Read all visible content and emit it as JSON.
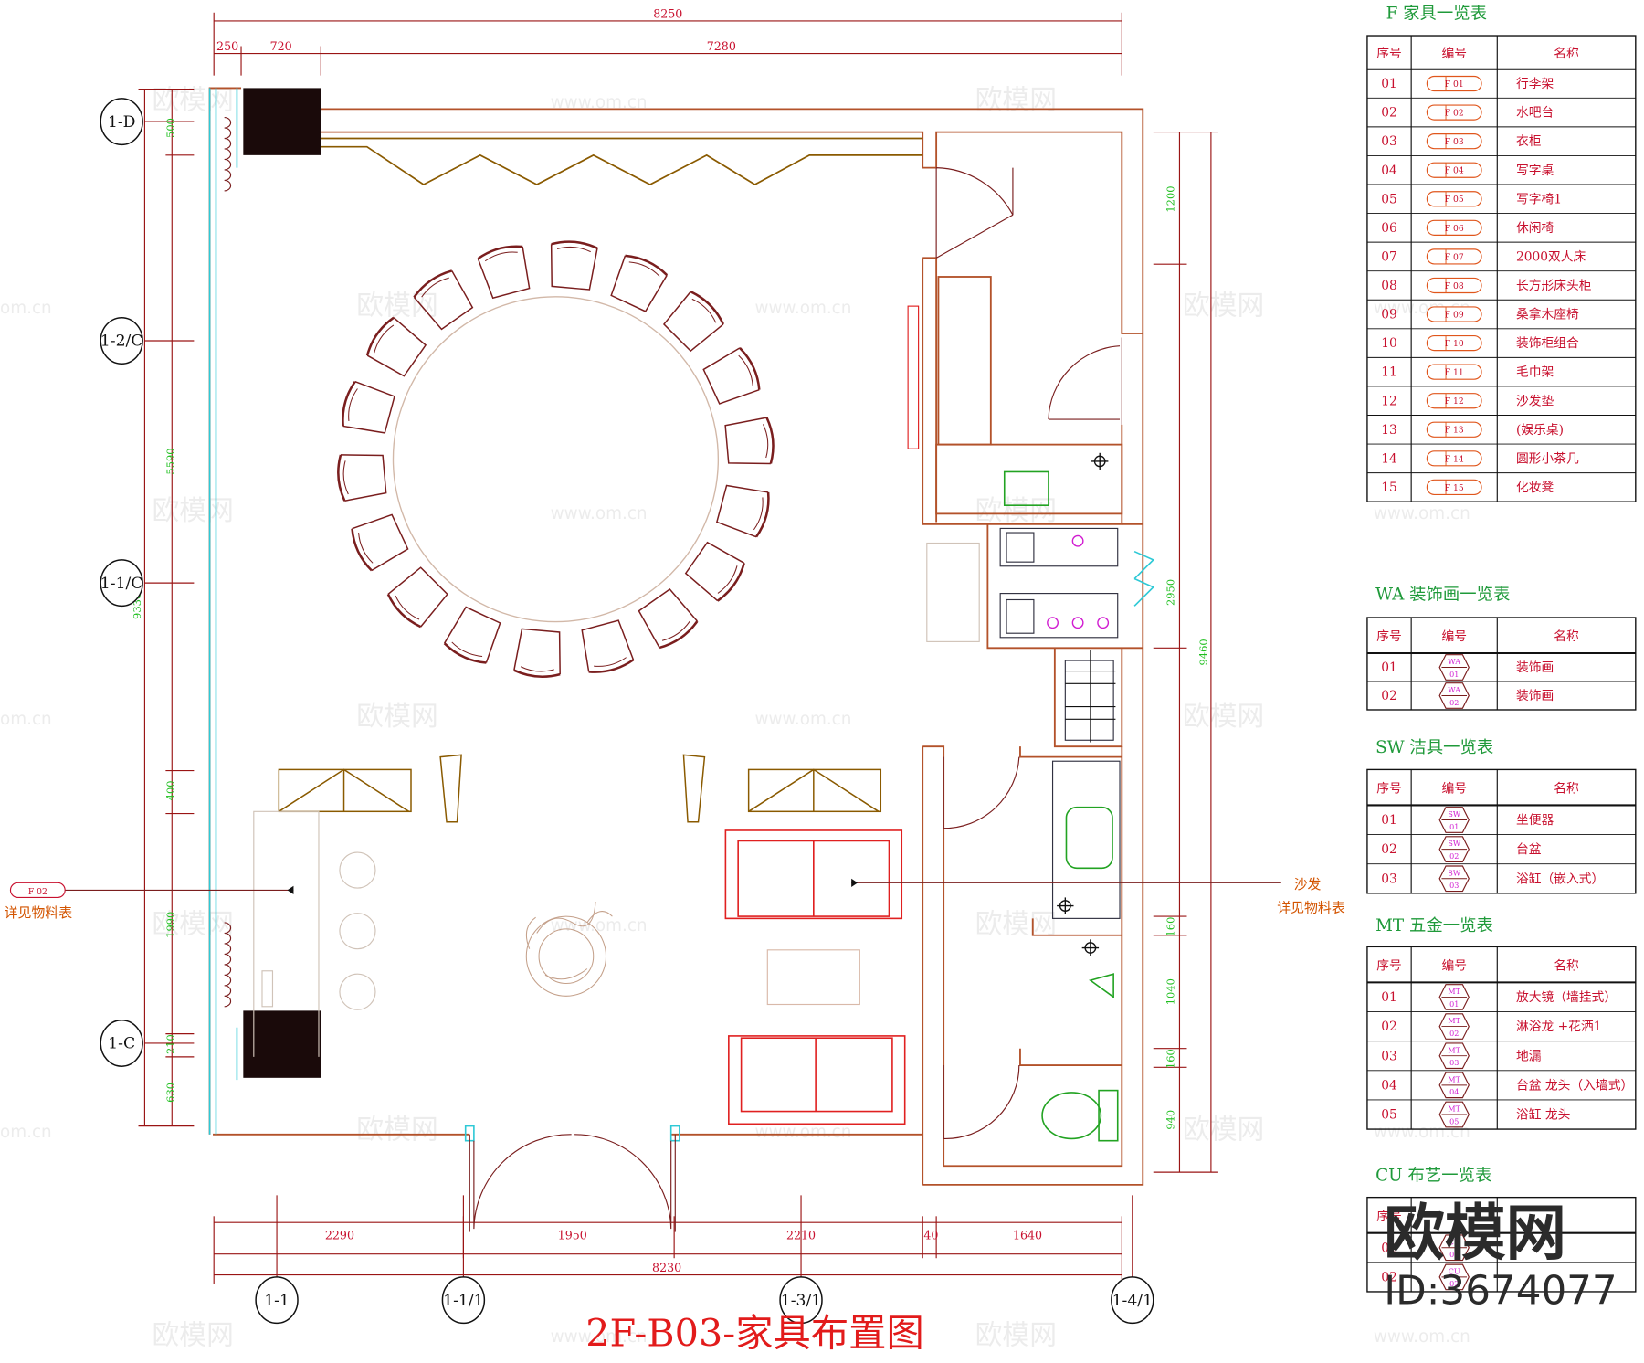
{
  "title": "2F-B03-家具布置图",
  "dimensions": {
    "top_total": "8250",
    "top_segments": [
      "250",
      "720",
      "7280"
    ],
    "bottom_total": "8230",
    "bottom_segments": [
      "2290",
      "1950",
      "2210",
      "40",
      "1640"
    ],
    "left_outer": "9330",
    "left_segments": [
      "500",
      "5590",
      "400",
      "1990",
      "210",
      "630"
    ],
    "right_outer": "9460",
    "right_segments": [
      "1200",
      "2950",
      "160",
      "1040",
      "160",
      "940"
    ]
  },
  "axes": {
    "left": [
      "1-D",
      "1-2/C",
      "1-1/C",
      "1-C"
    ],
    "bottom": [
      "1-1",
      "1-1/1",
      "1-3/1",
      "1-4/1"
    ]
  },
  "labels": {
    "left_tag": "F 02",
    "left_note": "详见物料表",
    "sofa": "沙发",
    "sofa_note": "详见物料表"
  },
  "tables": {
    "F": {
      "title": "F  家具一览表",
      "headers": [
        "序号",
        "编号",
        "名称"
      ],
      "rows": [
        {
          "no": "01",
          "code": "F 01",
          "name": "行李架"
        },
        {
          "no": "02",
          "code": "F 02",
          "name": "水吧台"
        },
        {
          "no": "03",
          "code": "F 03",
          "name": "衣柜"
        },
        {
          "no": "04",
          "code": "F 04",
          "name": "写字桌"
        },
        {
          "no": "05",
          "code": "F 05",
          "name": "写字椅1"
        },
        {
          "no": "06",
          "code": "F 06",
          "name": "休闲椅"
        },
        {
          "no": "07",
          "code": "F 07",
          "name": "2000双人床"
        },
        {
          "no": "08",
          "code": "F 08",
          "name": "长方形床头柜"
        },
        {
          "no": "09",
          "code": "F 09",
          "name": "桑拿木座椅"
        },
        {
          "no": "10",
          "code": "F 10",
          "name": "装饰柜组合"
        },
        {
          "no": "11",
          "code": "F 11",
          "name": "毛巾架"
        },
        {
          "no": "12",
          "code": "F 12",
          "name": "沙发垫"
        },
        {
          "no": "13",
          "code": "F 13",
          "name": "(娱乐桌)"
        },
        {
          "no": "14",
          "code": "F 14",
          "name": "圆形小茶几"
        },
        {
          "no": "15",
          "code": "F 15",
          "name": "化妆凳"
        }
      ]
    },
    "WA": {
      "title": "WA  装饰画一览表",
      "headers": [
        "序号",
        "编号",
        "名称"
      ],
      "rows": [
        {
          "no": "01",
          "code1": "WA",
          "code2": "01",
          "name": "装饰画"
        },
        {
          "no": "02",
          "code1": "WA",
          "code2": "02",
          "name": "装饰画"
        }
      ]
    },
    "SW": {
      "title": "SW  洁具一览表",
      "headers": [
        "序号",
        "编号",
        "名称"
      ],
      "rows": [
        {
          "no": "01",
          "code1": "SW",
          "code2": "01",
          "name": "坐便器"
        },
        {
          "no": "02",
          "code1": "SW",
          "code2": "02",
          "name": "台盆"
        },
        {
          "no": "03",
          "code1": "SW",
          "code2": "03",
          "name": "浴缸（嵌入式）"
        }
      ]
    },
    "MT": {
      "title": "MT  五金一览表",
      "headers": [
        "序号",
        "编号",
        "名称"
      ],
      "rows": [
        {
          "no": "01",
          "code1": "MT",
          "code2": "01",
          "name": "放大镜（墙挂式）"
        },
        {
          "no": "02",
          "code1": "MT",
          "code2": "02",
          "name": "淋浴龙   +花洒1"
        },
        {
          "no": "03",
          "code1": "MT",
          "code2": "03",
          "name": "地漏"
        },
        {
          "no": "04",
          "code1": "MT",
          "code2": "04",
          "name": "台盆 龙头（入墙式）"
        },
        {
          "no": "05",
          "code1": "MT",
          "code2": "05",
          "name": "浴缸 龙头"
        }
      ]
    },
    "CU": {
      "title": "CU  布艺一览表",
      "headers": [
        "序号"
      ],
      "rows": [
        {
          "no": "01",
          "code1": "CU",
          "code2": "01"
        },
        {
          "no": "02",
          "code1": "CU",
          "code2": "02"
        }
      ]
    }
  },
  "watermark": {
    "logo": "欧模网",
    "id": "ID:3674077",
    "cn": "欧模网",
    "url": "www.om.cn",
    "url_short": "om.cn"
  },
  "colors": {
    "wall": "#b3522a",
    "furniture": "#7a1e1e",
    "dim": "#c8102e",
    "dimv": "#1fbf1f",
    "title": "#e21b1b",
    "table_head": "#1f9a3a",
    "glass": "#2ec9d6",
    "magenta": "#d11dd1",
    "sofa": "#e02020",
    "green": "#22a322"
  }
}
